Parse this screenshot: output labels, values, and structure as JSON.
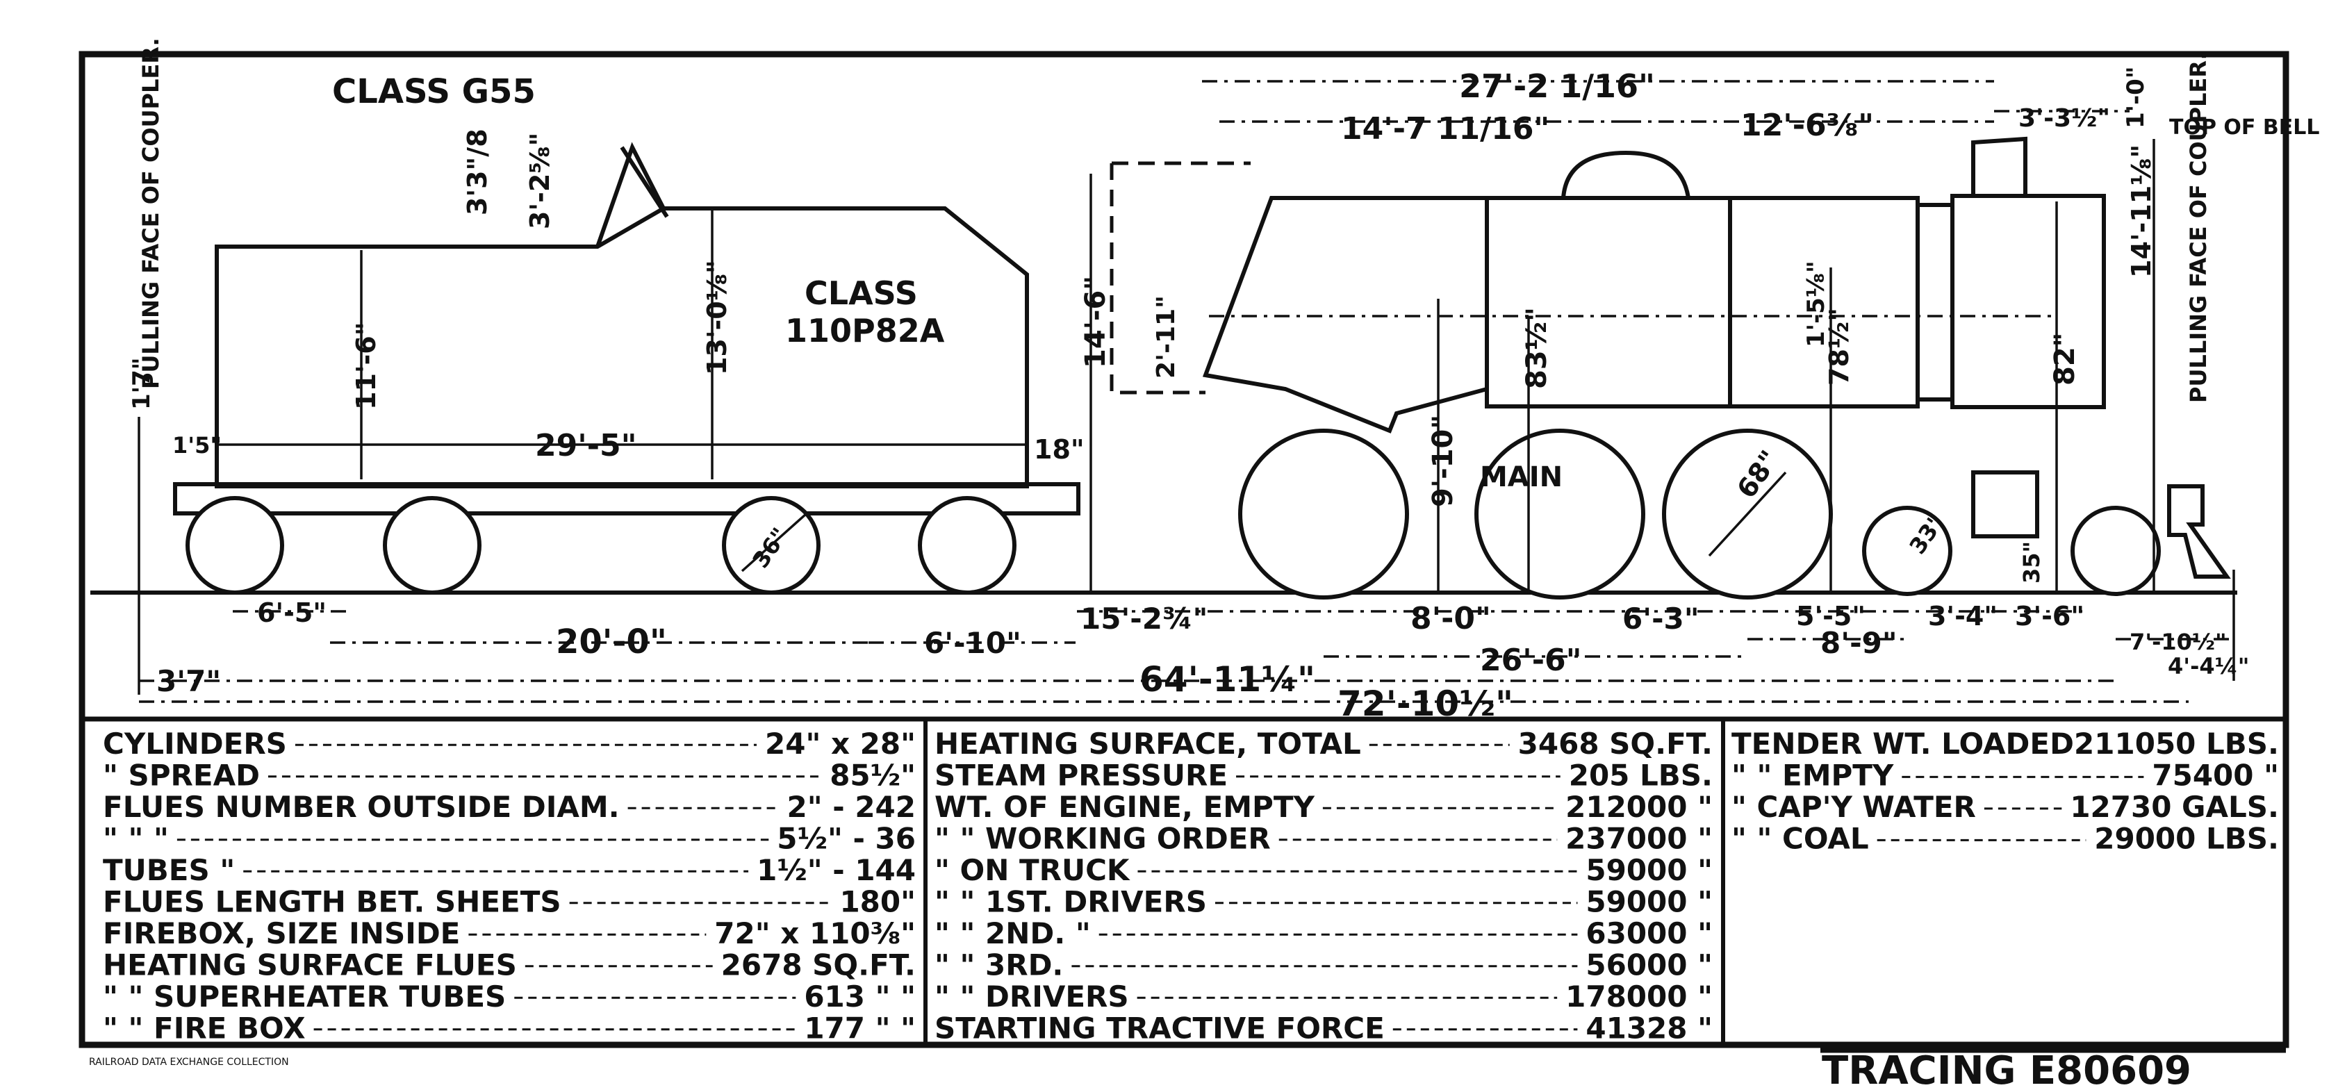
{
  "tender": {
    "class_label": "CLASS G55",
    "body_class": "CLASS",
    "body_class_code": "110P82A"
  },
  "engine": {
    "main_label": "MAIN"
  },
  "coupler": {
    "left_label": "PULLING FACE OF COUPLER.",
    "right_label": "PULLING FACE OF COUPLER."
  },
  "top_of_bell": "TOP OF BELL",
  "dimensions": {
    "d_3_3_8": "3'3\"/8",
    "d_3_2_5_8": "3'-2⅝\"",
    "d_13_0": "13'-0⅛\"",
    "d_11_6": "11'-6\"",
    "d_1_7": "1'7\"",
    "d_1_5": "1'5\"",
    "d_29_5": "29'-5\"",
    "d_18": "18\"",
    "d_14_6": "14'-6\"",
    "d_2_11": "2'-11\"",
    "d_36": "36\"",
    "d_6_5": "6'-5\"",
    "d_20_0": "20'-0\"",
    "d_6_10": "6'-10\"",
    "d_3_7": "3'7\"",
    "d_15_2_3_4": "15'-2¾\"",
    "d_64_11": "64'-11¼\"",
    "d_72_10": "72'-10½\"",
    "d_27_2": "27'-2 1/16\"",
    "d_14_7": "14'-7 11/16\"",
    "d_12_6": "12'-6⅜\"",
    "d_3_3_5": "3'-3½\"",
    "d_1_0": "1'-0\"",
    "d_14_11": "14'-11⅛\"",
    "d_83_5": "83½\"",
    "d_9_10": "9'-10\"",
    "d_68": "68\"",
    "d_33": "33\"",
    "d_35": "35\"",
    "d_1_5_8": "1'-5⅛\"",
    "d_78_5": "78½\"",
    "d_82": "82\"",
    "d_8_0": "8'-0\"",
    "d_6_3": "6'-3\"",
    "d_5_5": "5'-5\"",
    "d_3_4": "3'-4\"",
    "d_3_6": "3'-6\"",
    "d_26_6": "26'-6\"",
    "d_8_9": "8'-9\"",
    "d_7_10": "7'-10½\"",
    "d_4_4": "4'-4¼\""
  },
  "specs_left": [
    {
      "label": "CYLINDERS",
      "value": "24\" x 28\""
    },
    {
      "label": "\"    SPREAD",
      "value": "85½\""
    },
    {
      "label": "FLUES NUMBER OUTSIDE DIAM.",
      "value": "2\" - 242"
    },
    {
      "label": "\"          \"          \"",
      "value": "5½\" - 36"
    },
    {
      "label": "TUBES     \"",
      "value": "1½\" - 144"
    },
    {
      "label": "FLUES LENGTH BET. SHEETS",
      "value": "180\""
    },
    {
      "label": "FIREBOX, SIZE INSIDE",
      "value": "72\" x 110⅜\""
    },
    {
      "label": "HEATING SURFACE FLUES",
      "value": "2678 SQ.FT."
    },
    {
      "label": "\"     \"  SUPERHEATER TUBES",
      "value": "613  \"   \""
    },
    {
      "label": "\"     \"  FIRE BOX",
      "value": "177   \"   \""
    }
  ],
  "specs_mid": [
    {
      "label": "HEATING SURFACE, TOTAL",
      "value": "3468 SQ.FT."
    },
    {
      "label": "STEAM PRESSURE",
      "value": "205 LBS."
    },
    {
      "label": "WT. OF ENGINE, EMPTY",
      "value": "212000  \""
    },
    {
      "label": "\"    \"    WORKING ORDER",
      "value": "237000  \""
    },
    {
      "label": "\"   ON TRUCK",
      "value": "59000  \""
    },
    {
      "label": "\"   \"  1ST. DRIVERS",
      "value": "59000  \""
    },
    {
      "label": "\"   \"  2ND.   \"",
      "value": "63000  \""
    },
    {
      "label": "\"   \"  3RD.",
      "value": "56000  \""
    },
    {
      "label": "\"   \"  DRIVERS",
      "value": "178000  \""
    },
    {
      "label": "STARTING TRACTIVE FORCE",
      "value": "41328  \""
    }
  ],
  "specs_right": [
    {
      "label": "TENDER WT. LOADED",
      "value": "211050 LBS."
    },
    {
      "label": "\"    \"    EMPTY",
      "value": "75400  \""
    },
    {
      "label": "\"   CAP'Y WATER",
      "value": "12730 GALS."
    },
    {
      "label": "\"    \"    COAL",
      "value": "29000 LBS."
    }
  ],
  "tracing": "TRACING E80609",
  "collection": "RAILROAD DATA EXCHANGE COLLECTION"
}
